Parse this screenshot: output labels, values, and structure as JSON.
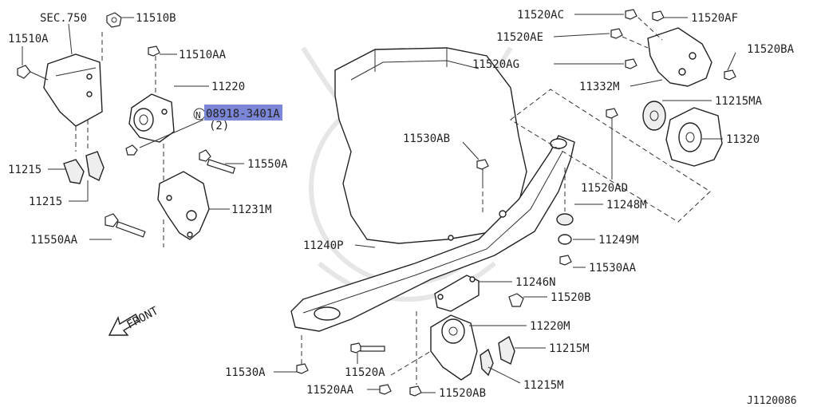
{
  "diagram": {
    "code": "J1120086",
    "front_label": "FRONT",
    "highlight_color": "#7b86d6",
    "parts": {
      "sec750": "SEC.750",
      "p11510b": "11510B",
      "p11510a": "11510A",
      "p11510aa": "11510AA",
      "p11220": "11220",
      "p08918": "08918-3401A",
      "n_marker": "N",
      "qty": "(2)",
      "p11215_top": "11215",
      "p11215_bot": "11215",
      "p11550a": "11550A",
      "p11231m": "11231M",
      "p11550aa": "11550AA",
      "p11530ab": "11530AB",
      "p11240p": "11240P",
      "p11520ac": "11520AC",
      "p11520af": "11520AF",
      "p11520ae": "11520AE",
      "p11520ba": "11520BA",
      "p11520ag": "11520AG",
      "p11332m": "11332M",
      "p11215ma": "11215MA",
      "p11320": "11320",
      "p11520ad": "11520AD",
      "p11248m": "11248M",
      "p11249m": "11249M",
      "p11530aa": "11530AA",
      "p11246n": "11246N",
      "p11520b": "11520B",
      "p11220m": "11220M",
      "p11215m_a": "11215M",
      "p11215m_b": "11215M",
      "p11530a": "11530A",
      "p11520a": "11520A",
      "p11520aa": "11520AA",
      "p11520ab": "11520AB"
    }
  }
}
